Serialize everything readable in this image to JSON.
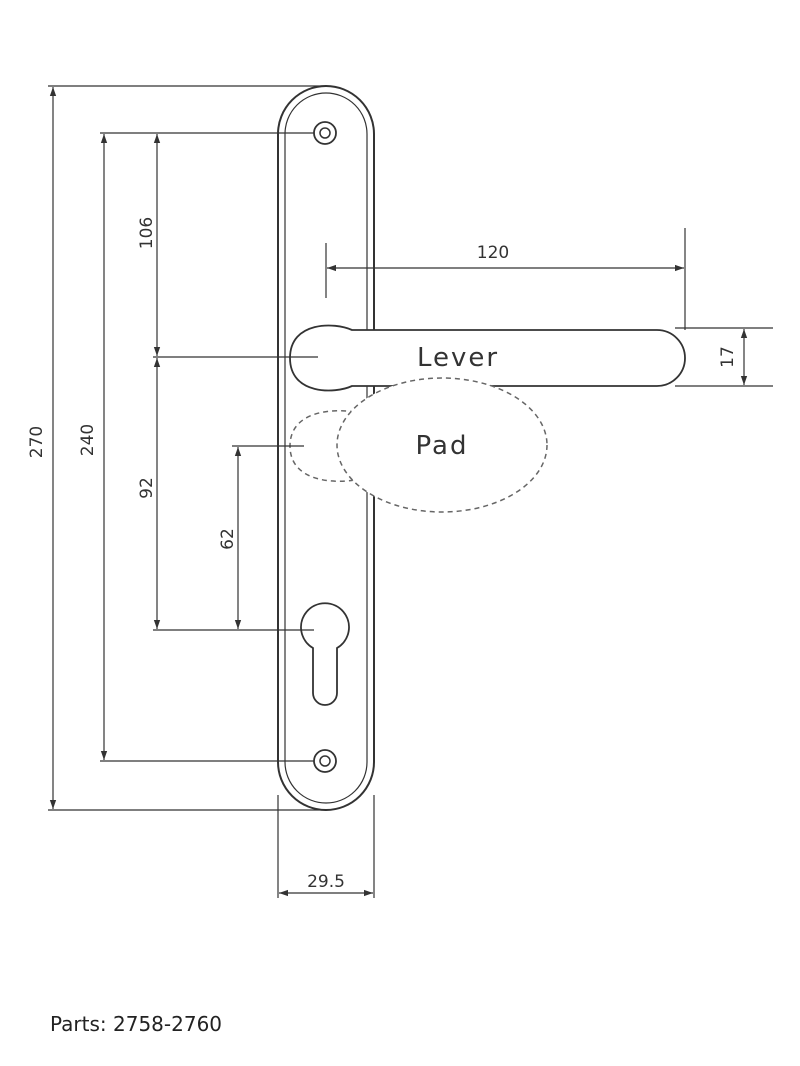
{
  "diagram": {
    "dimensions": {
      "overall_height": "270",
      "screw_centers": "240",
      "top_screw_to_lever": "106",
      "lever_to_cylinder": "92",
      "pad_to_cylinder": "62",
      "lever_length": "120",
      "lever_thickness": "17",
      "plate_width": "29.5"
    },
    "labels": {
      "lever": "Lever",
      "pad": "Pad"
    },
    "line_color": "#333333"
  },
  "caption": "Parts: 2758-2760"
}
